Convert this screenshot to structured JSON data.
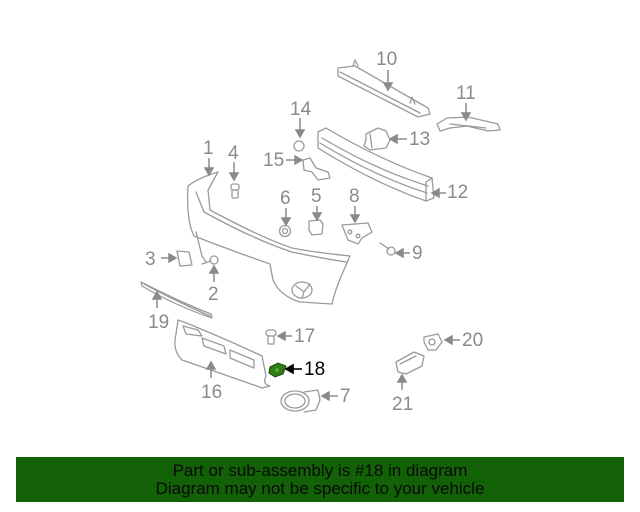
{
  "diagram": {
    "highlight_color": "#2e7d14",
    "line_color": "#9a9a9a",
    "label_color": "#8a8a8a",
    "highlighted_part": "18",
    "callouts": [
      {
        "id": "1",
        "label": "1"
      },
      {
        "id": "2",
        "label": "2"
      },
      {
        "id": "3",
        "label": "3"
      },
      {
        "id": "4",
        "label": "4"
      },
      {
        "id": "5",
        "label": "5"
      },
      {
        "id": "6",
        "label": "6"
      },
      {
        "id": "7",
        "label": "7"
      },
      {
        "id": "8",
        "label": "8"
      },
      {
        "id": "9",
        "label": "9"
      },
      {
        "id": "10",
        "label": "10"
      },
      {
        "id": "11",
        "label": "11"
      },
      {
        "id": "12",
        "label": "12"
      },
      {
        "id": "13",
        "label": "13"
      },
      {
        "id": "14",
        "label": "14"
      },
      {
        "id": "15",
        "label": "15"
      },
      {
        "id": "16",
        "label": "16"
      },
      {
        "id": "17",
        "label": "17"
      },
      {
        "id": "18",
        "label": "18"
      },
      {
        "id": "19",
        "label": "19"
      },
      {
        "id": "20",
        "label": "20"
      },
      {
        "id": "21",
        "label": "21"
      }
    ]
  },
  "banner": {
    "background": "#136107",
    "line1": "Part or sub-assembly is #18 in diagram",
    "line2": "Diagram may not be specific to your vehicle"
  }
}
